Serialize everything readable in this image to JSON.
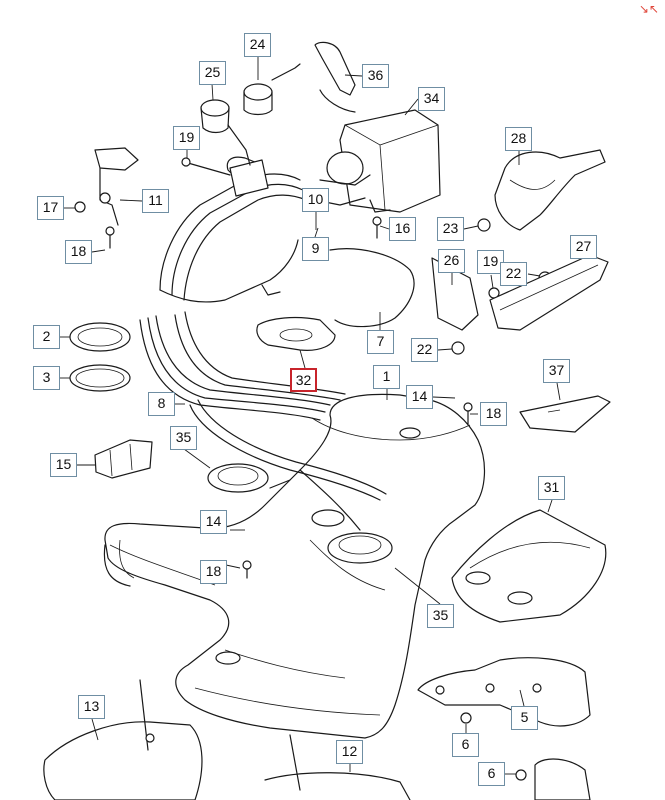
{
  "diagram": {
    "callouts": [
      {
        "id": "c24",
        "label": "24"
      },
      {
        "id": "c25",
        "label": "25"
      },
      {
        "id": "c36",
        "label": "36"
      },
      {
        "id": "c34",
        "label": "34"
      },
      {
        "id": "c19a",
        "label": "19"
      },
      {
        "id": "c28",
        "label": "28"
      },
      {
        "id": "c17",
        "label": "17"
      },
      {
        "id": "c11",
        "label": "11"
      },
      {
        "id": "c10",
        "label": "10"
      },
      {
        "id": "c16",
        "label": "16"
      },
      {
        "id": "c23",
        "label": "23"
      },
      {
        "id": "c9",
        "label": "9"
      },
      {
        "id": "c18a",
        "label": "18"
      },
      {
        "id": "c26",
        "label": "26"
      },
      {
        "id": "c19b",
        "label": "19"
      },
      {
        "id": "c22a",
        "label": "22"
      },
      {
        "id": "c27",
        "label": "27"
      },
      {
        "id": "c2",
        "label": "2"
      },
      {
        "id": "c7",
        "label": "7"
      },
      {
        "id": "c22b",
        "label": "22"
      },
      {
        "id": "c37",
        "label": "37"
      },
      {
        "id": "c3",
        "label": "3"
      },
      {
        "id": "c32",
        "label": "32"
      },
      {
        "id": "c1",
        "label": "1"
      },
      {
        "id": "c8",
        "label": "8"
      },
      {
        "id": "c14a",
        "label": "14"
      },
      {
        "id": "c18b",
        "label": "18"
      },
      {
        "id": "c35a",
        "label": "35"
      },
      {
        "id": "c15",
        "label": "15"
      },
      {
        "id": "c31",
        "label": "31"
      },
      {
        "id": "c14b",
        "label": "14"
      },
      {
        "id": "c18c",
        "label": "18"
      },
      {
        "id": "c35b",
        "label": "35"
      },
      {
        "id": "c13",
        "label": "13"
      },
      {
        "id": "c5",
        "label": "5"
      },
      {
        "id": "c6a",
        "label": "6"
      },
      {
        "id": "c12",
        "label": "12"
      },
      {
        "id": "c6b",
        "label": "6"
      }
    ],
    "highlighted_callout": "32",
    "colors": {
      "callout_border": "#6f8ea3",
      "highlight_border": "#c8242b",
      "line_art": "#1a1a1a",
      "expand_icon": "#e0463a"
    },
    "expand_icon": "expand-arrows-icon"
  }
}
